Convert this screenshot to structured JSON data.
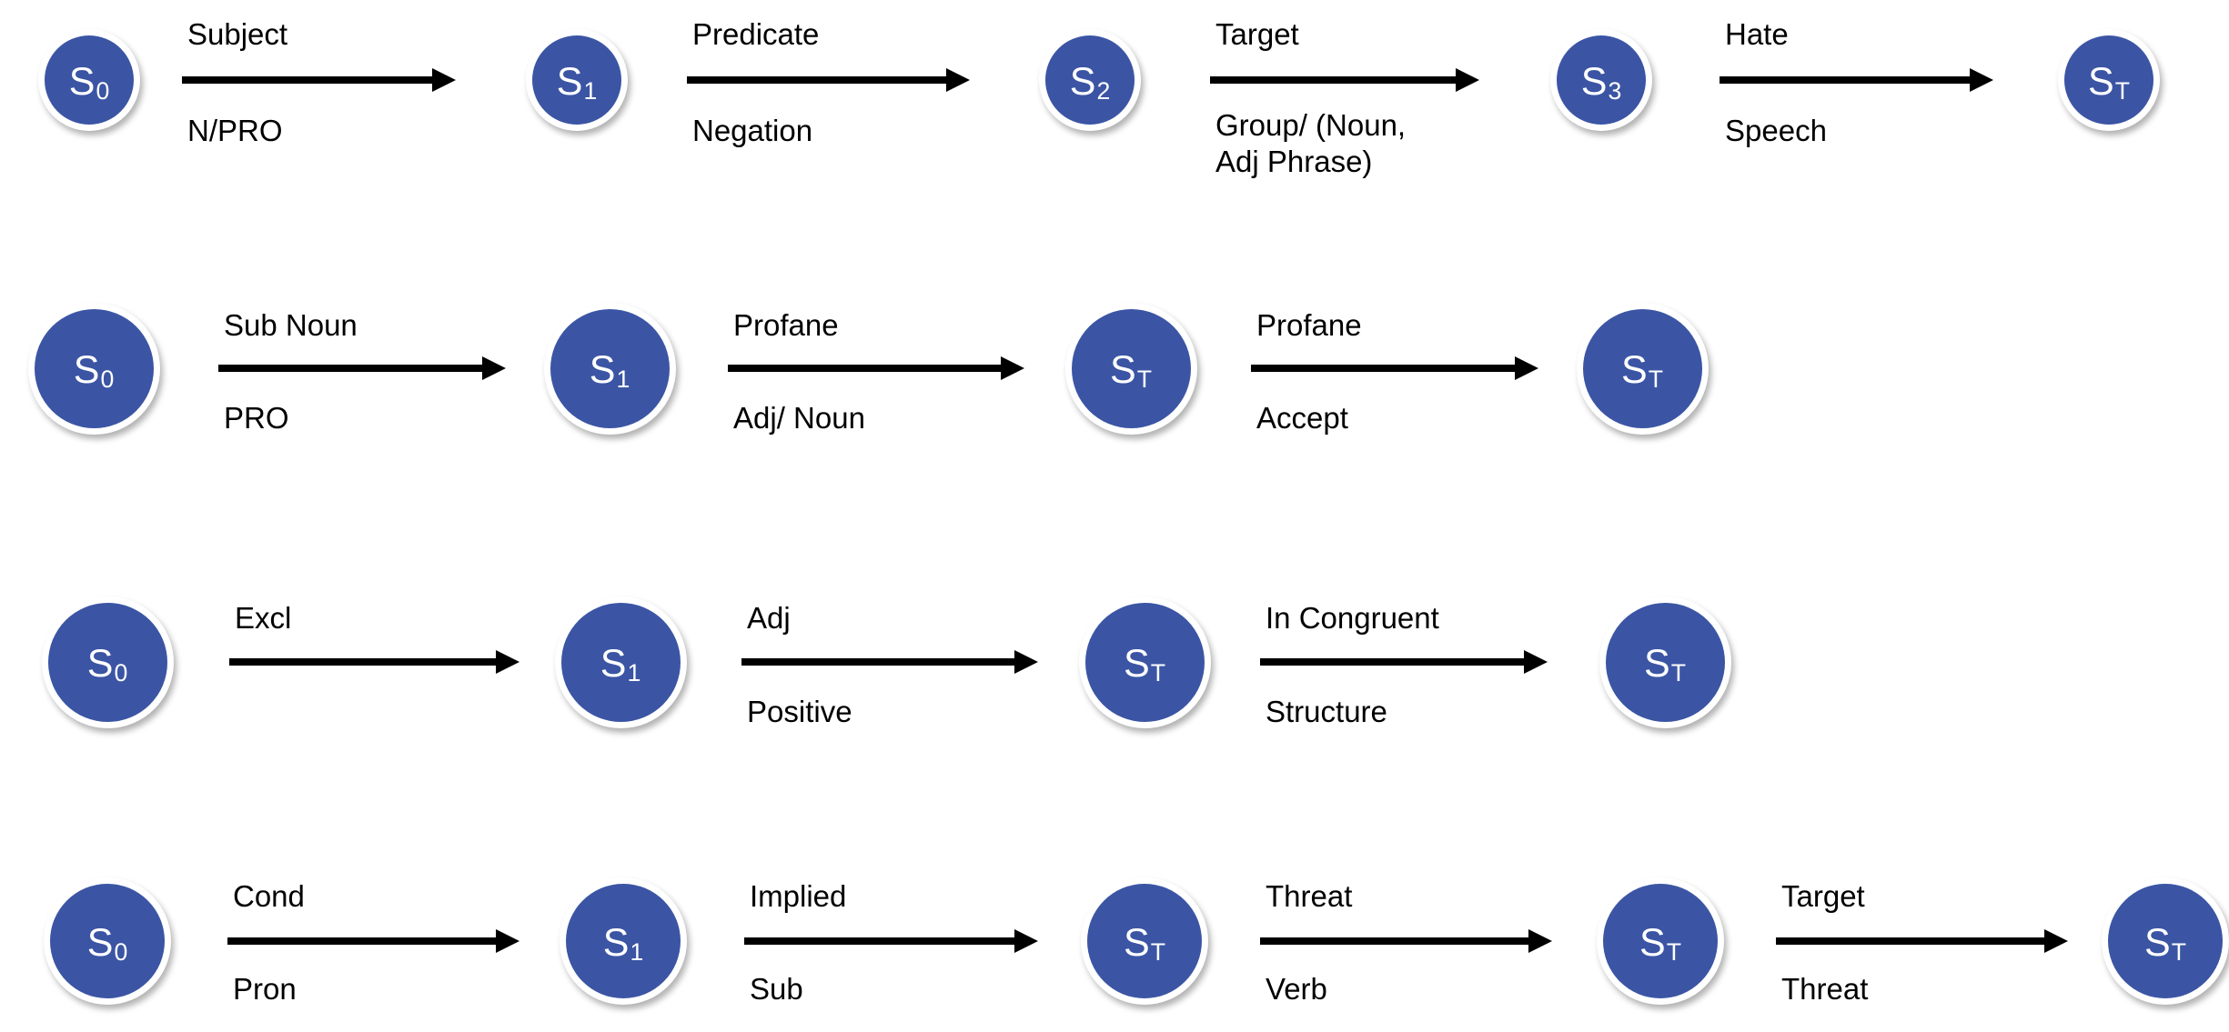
{
  "diagram": {
    "title": "Hate speech finite state machine transitions",
    "node_fill": "#3b55a4",
    "node_text_color": "#ffffff",
    "arrow_color": "#000000",
    "background": "#ffffff"
  },
  "rows": [
    {
      "id": "row-1",
      "nodes": [
        {
          "base": "S",
          "sub": "0"
        },
        {
          "base": "S",
          "sub": "1"
        },
        {
          "base": "S",
          "sub": "2"
        },
        {
          "base": "S",
          "sub": "3"
        },
        {
          "base": "S",
          "sub": "T"
        }
      ],
      "transitions": [
        {
          "top": "Subject",
          "bottom": "N/PRO"
        },
        {
          "top": "Predicate",
          "bottom": "Negation"
        },
        {
          "top": "Target",
          "bottom": "Group/ (Noun,\nAdj Phrase)"
        },
        {
          "top": "Hate",
          "bottom": "Speech"
        }
      ]
    },
    {
      "id": "row-2",
      "nodes": [
        {
          "base": "S",
          "sub": "0"
        },
        {
          "base": "S",
          "sub": "1"
        },
        {
          "base": "S",
          "sub": "T"
        },
        {
          "base": "S",
          "sub": "T"
        }
      ],
      "transitions": [
        {
          "top": "Sub Noun",
          "bottom": "PRO"
        },
        {
          "top": "Profane",
          "bottom": "Adj/ Noun"
        },
        {
          "top": "Profane",
          "bottom": "Accept"
        }
      ]
    },
    {
      "id": "row-3",
      "nodes": [
        {
          "base": "S",
          "sub": "0"
        },
        {
          "base": "S",
          "sub": "1"
        },
        {
          "base": "S",
          "sub": "T"
        },
        {
          "base": "S",
          "sub": "T"
        }
      ],
      "transitions": [
        {
          "top": "Excl",
          "bottom": ""
        },
        {
          "top": "Adj",
          "bottom": "Positive"
        },
        {
          "top": "In Congruent",
          "bottom": "Structure"
        }
      ]
    },
    {
      "id": "row-4",
      "nodes": [
        {
          "base": "S",
          "sub": "0"
        },
        {
          "base": "S",
          "sub": "1"
        },
        {
          "base": "S",
          "sub": "T"
        },
        {
          "base": "S",
          "sub": "T"
        },
        {
          "base": "S",
          "sub": "T"
        }
      ],
      "transitions": [
        {
          "top": "Cond",
          "bottom": "Pron"
        },
        {
          "top": "Implied",
          "bottom": "Sub"
        },
        {
          "top": "Threat",
          "bottom": "Verb"
        },
        {
          "top": "Target",
          "bottom": "Threat"
        }
      ]
    }
  ]
}
